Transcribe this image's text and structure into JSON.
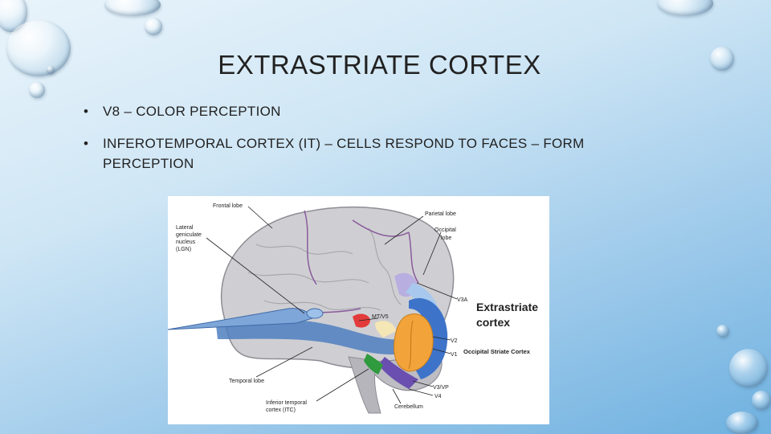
{
  "slide": {
    "title": "EXTRASTRIATE CORTEX",
    "bullets": [
      "V8 – COLOR PERCEPTION",
      "INFEROTEMPORAL CORTEX (IT) – CELLS RESPOND TO FACES – FORM PERCEPTION"
    ],
    "bullet_marker": "•"
  },
  "figure": {
    "labels": {
      "frontal": "Frontal lobe",
      "parietal": "Parietal lobe",
      "occipital_1": "Occipital",
      "occipital_2": "lobe",
      "lgn_1": "Lateral",
      "lgn_2": "geniculate",
      "lgn_3": "nucleus",
      "lgn_4": "(LGN)",
      "v3a": "V3A",
      "mt": "MT/V5",
      "v2": "V2",
      "v1": "V1",
      "v3vp": "V3/VP",
      "v4": "V4",
      "extra_1": "Extrastriate",
      "extra_2": "cortex",
      "occ_striate": "Occipital Striate Cortex",
      "temporal": "Temporal lobe",
      "it_1": "Inferior temporal",
      "it_2": "cortex (ITC)",
      "cerebellum": "Cerebellum"
    },
    "colors": {
      "brain": "#cfcfd3",
      "v1": "#f2a33a",
      "v2": "#3d74c9",
      "v3": "#a8c8ee",
      "v3a": "#b9aee0",
      "v4": "#6a4fb0",
      "mt": "#e33b3b",
      "it": "#2f9a3e",
      "optic": "#4f7fbf"
    }
  }
}
